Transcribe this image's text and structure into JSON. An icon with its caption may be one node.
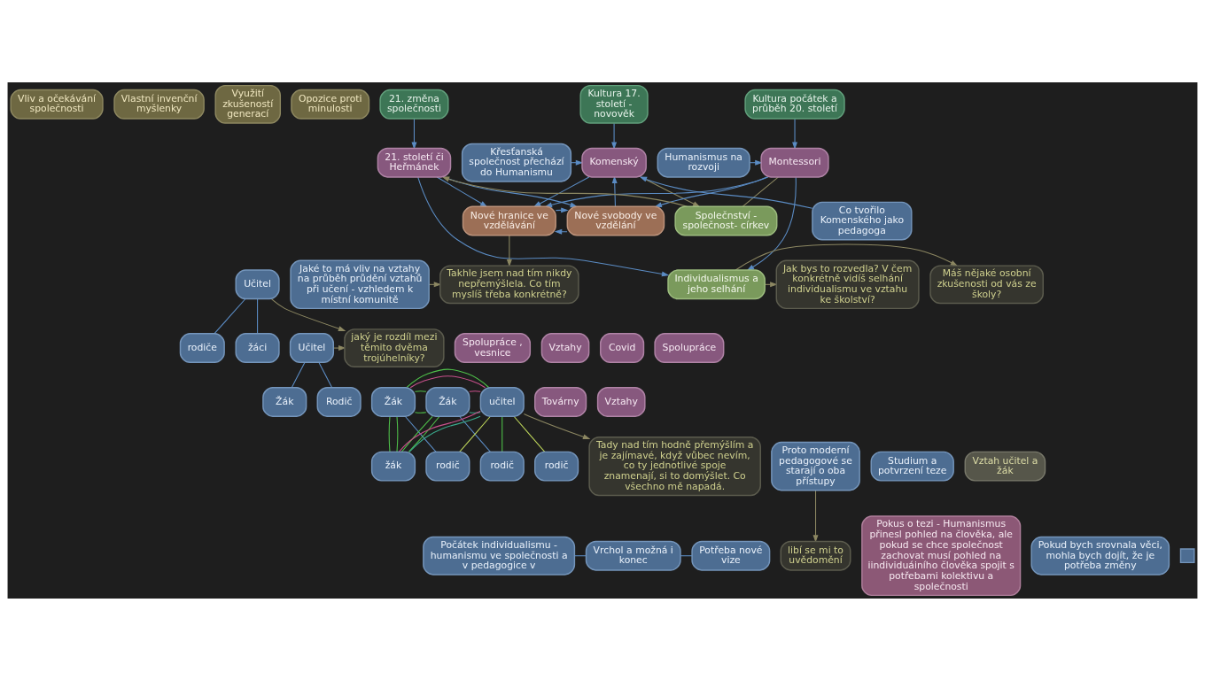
{
  "diagram": {
    "nodes": [
      {
        "text": [
          "Vliv a očekávání společnosti"
        ]
      },
      {
        "text": [
          "Vlastní invenční myšlenky"
        ]
      },
      {
        "text": [
          "Využití zkušeností generací"
        ]
      },
      {
        "text": [
          "Opozice proti minulosti"
        ]
      },
      {
        "text": [
          "Kultura 17. století - novověk"
        ]
      },
      {
        "text": [
          "Kultura počátek a průběh 20. století"
        ]
      },
      {
        "text": [
          "21. změna společnosti"
        ]
      },
      {
        "text": [
          "Křesťanská společnost přechází do Humanismu"
        ]
      },
      {
        "text": [
          "Komenský"
        ]
      },
      {
        "text": [
          "Humanismus na rozvoji"
        ]
      },
      {
        "text": [
          "Montessori"
        ]
      },
      {
        "text": [
          "21. století či Heřmánek"
        ]
      },
      {
        "text": [
          "Co tvořilo Komenského jako pedagoga"
        ]
      },
      {
        "text": [
          "Nové svobody ve vzdělání"
        ]
      },
      {
        "text": [
          "Nové hranice ve vzdělávání"
        ]
      },
      {
        "text": [
          "Společnství - společnost- církev"
        ]
      },
      {
        "text": [
          "Máš nějaké osobní zkušenosti od vás ze školy?"
        ]
      },
      {
        "text": [
          "Vztahy"
        ]
      },
      {
        "text": [
          "Takhle jsem nad tím nikdy nepřemýšlela. Co tím myslíš třeba konkrétně?"
        ]
      },
      {
        "text": [
          "Individualismus a jeho selhání"
        ]
      },
      {
        "text": [
          "Jak bys to rozvedla? V čem konkrétně vidíš selhání individualismu ve vztahu ke školství?"
        ]
      },
      {
        "text": [
          "Spolupráce , vesnice"
        ]
      },
      {
        "text": [
          "Jaké to má vliv na vztahy na průběh průdění vztahů při učení - vzhledem k místní komunitě"
        ]
      },
      {
        "text": [
          "Učitel"
        ]
      },
      {
        "text": [
          "rodiče"
        ]
      },
      {
        "text": [
          "jaký je rozdíl mezi těmito dvěma trojúhelníky?"
        ]
      },
      {
        "text": [
          "Učitel"
        ]
      },
      {
        "text": [
          "Žák"
        ]
      },
      {
        "text": [
          "Rodič"
        ]
      },
      {
        "text": [
          "žák"
        ]
      },
      {
        "text": [
          "Žák"
        ]
      },
      {
        "text": [
          "Žák"
        ]
      },
      {
        "text": [
          "učitel"
        ]
      },
      {
        "text": [
          "Tady nad tím hodně přemýšlím a je zajímavé, když vůbec nevím, co ty jednotlivé spoje znamenají, si to domýšlet. Co všechno mě napadá."
        ]
      },
      {
        "text": [
          "Covid"
        ]
      },
      {
        "text": [
          "Spolupráce"
        ]
      },
      {
        "text": [
          "žáci"
        ]
      },
      {
        "text": [
          "Továrny"
        ]
      },
      {
        "text": [
          "rodič"
        ]
      },
      {
        "text": [
          "rodič"
        ]
      },
      {
        "text": [
          "rodič"
        ]
      },
      {
        "text": [
          "Vztahy"
        ]
      },
      {
        "text": [
          "Počátek individualismu - humanismu ve společnosti a v pedagogice v"
        ]
      },
      {
        "text": [
          "Vrchol a možná i konec"
        ]
      },
      {
        "text": [
          "Potřeba nové vize"
        ]
      },
      {
        "text": [
          "Pokus o tezi - Humanismus přinesl pohled na člověka, ale pokud se chce společnost zachovat musí pohled na iindividuáiního člověka spojit s potřebami kolektivu a společnosti"
        ]
      },
      {
        "text": [
          "Studium a potvrzení teze"
        ]
      },
      {
        "text": [
          "Vztah učitel a žák"
        ]
      },
      {
        "text": [
          "Proto moderní pedagogové se starají o oba přístupy"
        ]
      },
      {
        "text": [
          "Pokud bych srovnala věci, mohla bych dojít, že je potřeba změny"
        ]
      },
      {
        "text": [],
        "shape": "box"
      },
      {
        "text": [
          "libí se mi to uvědomění"
        ]
      }
    ],
    "edges": [
      {
        "from": 4,
        "to": 8,
        "arrow": "to"
      },
      {
        "from": 5,
        "to": 10,
        "arrow": "to"
      },
      {
        "from": 6,
        "to": 11,
        "arrow": "to"
      },
      {
        "from": 7,
        "to": 8,
        "arrow": "to"
      },
      {
        "from": 9,
        "to": 10,
        "arrow": "to"
      },
      {
        "from": 12,
        "to": 8,
        "arrow": "to"
      },
      {
        "from": 13,
        "to": 8,
        "arrow": "to"
      },
      {
        "from": 8,
        "to": 14,
        "arrow": "to"
      },
      {
        "from": 8,
        "to": 15,
        "arrow": "to",
        "color": "#8c8762"
      },
      {
        "from": 10,
        "to": 13,
        "arrow": "to"
      },
      {
        "from": 11,
        "to": 13,
        "arrow": "to"
      },
      {
        "from": 10,
        "to": 14,
        "arrow": "to"
      },
      {
        "from": 11,
        "to": 14,
        "arrow": "to"
      },
      {
        "from": 10,
        "to": 15,
        "arrow": "none",
        "color": "#8c8762"
      },
      {
        "from": 15,
        "to": 11,
        "arrow": "to",
        "color": "#8c8762"
      },
      {
        "from": 10,
        "to": 19,
        "arrow": "to"
      },
      {
        "from": 11,
        "to": 19,
        "arrow": "to"
      },
      {
        "from": 13,
        "to": 14,
        "arrow": "to"
      },
      {
        "from": 14,
        "to": 13,
        "arrow": "to"
      },
      {
        "from": 14,
        "to": 18,
        "arrow": "to",
        "color": "#8c8762"
      },
      {
        "from": 22,
        "to": 18,
        "arrow": "to",
        "color": "#8c8762"
      },
      {
        "from": 19,
        "to": 16,
        "arrow": "to",
        "color": "#8c8762"
      },
      {
        "from": 19,
        "to": 20,
        "arrow": "to",
        "color": "#8c8762"
      },
      {
        "from": 23,
        "to": 25,
        "arrow": "to",
        "color": "#8c8762"
      },
      {
        "from": 26,
        "to": 25,
        "arrow": "to",
        "color": "#8c8762"
      },
      {
        "from": 32,
        "to": 33,
        "arrow": "to",
        "color": "#8c8762"
      },
      {
        "from": 48,
        "to": 51,
        "arrow": "to",
        "color": "#8c8762"
      },
      {
        "from": 23,
        "to": 24,
        "arrow": "none"
      },
      {
        "from": 23,
        "to": 36,
        "arrow": "none"
      },
      {
        "from": 26,
        "to": 27,
        "arrow": "none"
      },
      {
        "from": 26,
        "to": 28,
        "arrow": "none"
      },
      {
        "from": 42,
        "to": 43,
        "arrow": "none"
      },
      {
        "from": 43,
        "to": 44,
        "arrow": "none"
      },
      {
        "from": 30,
        "to": 31,
        "arrow": "none",
        "color": "#4fc04a"
      },
      {
        "from": 30,
        "to": 31,
        "arrow": "none",
        "color": "#4fc04a"
      },
      {
        "from": 30,
        "to": 32,
        "arrow": "none",
        "color": "#c9508c"
      },
      {
        "from": 30,
        "to": 32,
        "arrow": "none",
        "color": "#4fc04a"
      },
      {
        "from": 31,
        "to": 32,
        "arrow": "none",
        "color": "#3aa98c"
      },
      {
        "from": 31,
        "to": 32,
        "arrow": "none",
        "color": "#c9508c"
      },
      {
        "from": 30,
        "to": 29,
        "arrow": "none",
        "color": "#4fc04a"
      },
      {
        "from": 30,
        "to": 29,
        "arrow": "none",
        "color": "#4fc04a"
      },
      {
        "from": 31,
        "to": 29,
        "arrow": "none",
        "color": "#4fc04a"
      },
      {
        "from": 31,
        "to": 29,
        "arrow": "none",
        "color": "#4fc04a"
      },
      {
        "from": 29,
        "to": 32,
        "arrow": "none",
        "color": "#c9508c"
      },
      {
        "from": 29,
        "to": 32,
        "arrow": "none",
        "color": "#3aa98c"
      },
      {
        "from": 30,
        "to": 38,
        "arrow": "none"
      },
      {
        "from": 31,
        "to": 40,
        "arrow": "none"
      },
      {
        "from": 32,
        "to": 38,
        "arrow": "none",
        "color": "#bcd45a"
      },
      {
        "from": 32,
        "to": 39,
        "arrow": "none",
        "color": "#bcd45a"
      },
      {
        "from": 32,
        "to": 40,
        "arrow": "none",
        "color": "#4fc04a"
      }
    ]
  }
}
